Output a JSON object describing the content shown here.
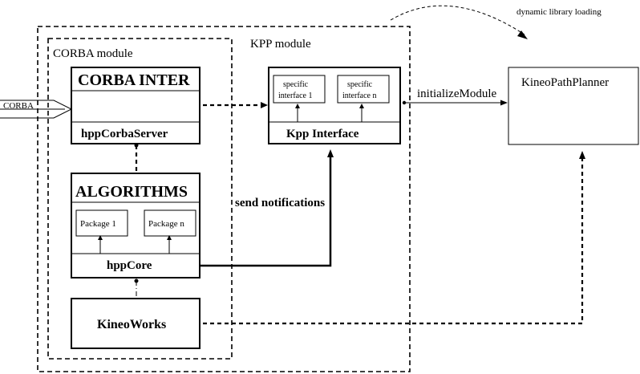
{
  "kpp_module": {
    "title": "KPP module"
  },
  "corba_module": {
    "title": "CORBA module"
  },
  "corba_inter": {
    "title": "CORBA INTER",
    "footer": "hppCorbaServer"
  },
  "algorithms": {
    "title": "ALGORITHMS",
    "package_1": "Package 1",
    "package_n": "Package n",
    "footer": "hppCore"
  },
  "kineoworks": {
    "label": "KineoWorks"
  },
  "kpp_interface": {
    "spec_1_line1": "specific",
    "spec_1_line2": "interface 1",
    "spec_n_line1": "specific",
    "spec_n_line2": "interface n",
    "footer": "Kpp Interface"
  },
  "kineopathplanner": {
    "label": "KineoPathPlanner"
  },
  "labels": {
    "corba_input": "CORBA",
    "initialize_module": "initializeModule",
    "send_notifications": "send notifications",
    "dynamic_loading": "dynamic library loading"
  }
}
